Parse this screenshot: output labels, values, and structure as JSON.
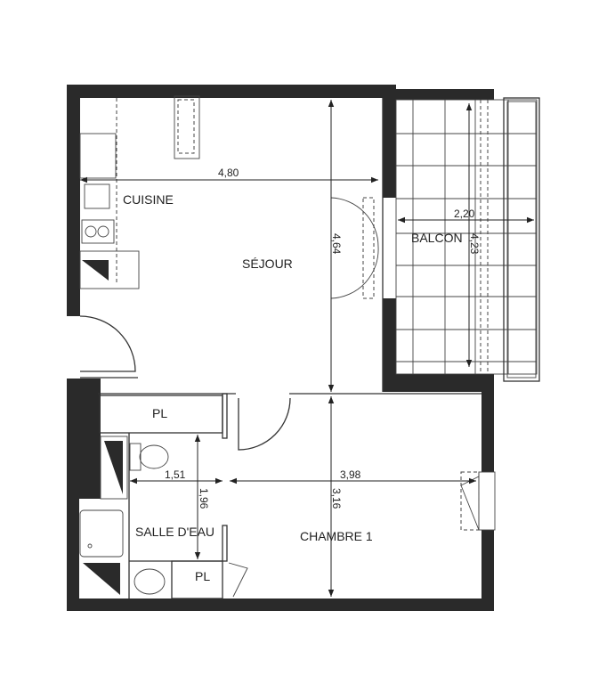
{
  "rooms": {
    "cuisine": "CUISINE",
    "sejour": "SÉJOUR",
    "balcon": "BALCON",
    "salle_eau": "SALLE D'EAU",
    "chambre": "CHAMBRE 1",
    "placard_1": "PL",
    "placard_2": "PL"
  },
  "dimensions": {
    "sejour_width": "4,80",
    "sejour_depth": "4,64",
    "balcon_width": "2,20",
    "balcon_depth": "4,23",
    "chambre_width": "3,98",
    "chambre_depth": "3,16",
    "salle_eau_width": "1,51",
    "salle_eau_depth": "1,96"
  },
  "colors": {
    "wall": "#2a2a2a",
    "line": "#333333",
    "background": "#ffffff"
  }
}
